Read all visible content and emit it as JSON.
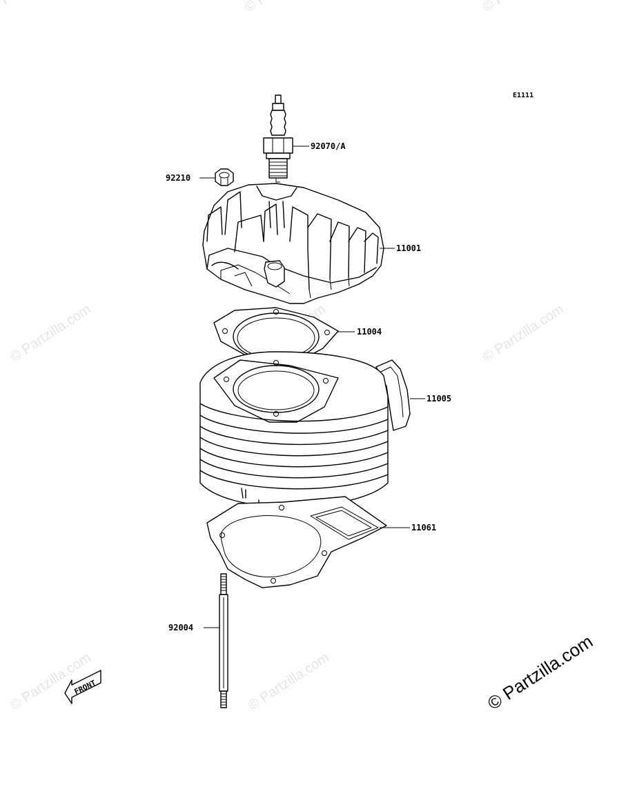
{
  "diagram": {
    "ref_code": "E1111",
    "parts": [
      {
        "id": "spark-plug",
        "number": "92070/A"
      },
      {
        "id": "nut",
        "number": "92210"
      },
      {
        "id": "cylinder-head",
        "number": "11001"
      },
      {
        "id": "head-gasket",
        "number": "11004"
      },
      {
        "id": "cylinder",
        "number": "11005"
      },
      {
        "id": "base-gasket",
        "number": "11061"
      },
      {
        "id": "stud",
        "number": "92004"
      }
    ],
    "front_label": "FRONT",
    "watermark": "© Partzilla.com",
    "copyright": "© Partzilla.com"
  }
}
